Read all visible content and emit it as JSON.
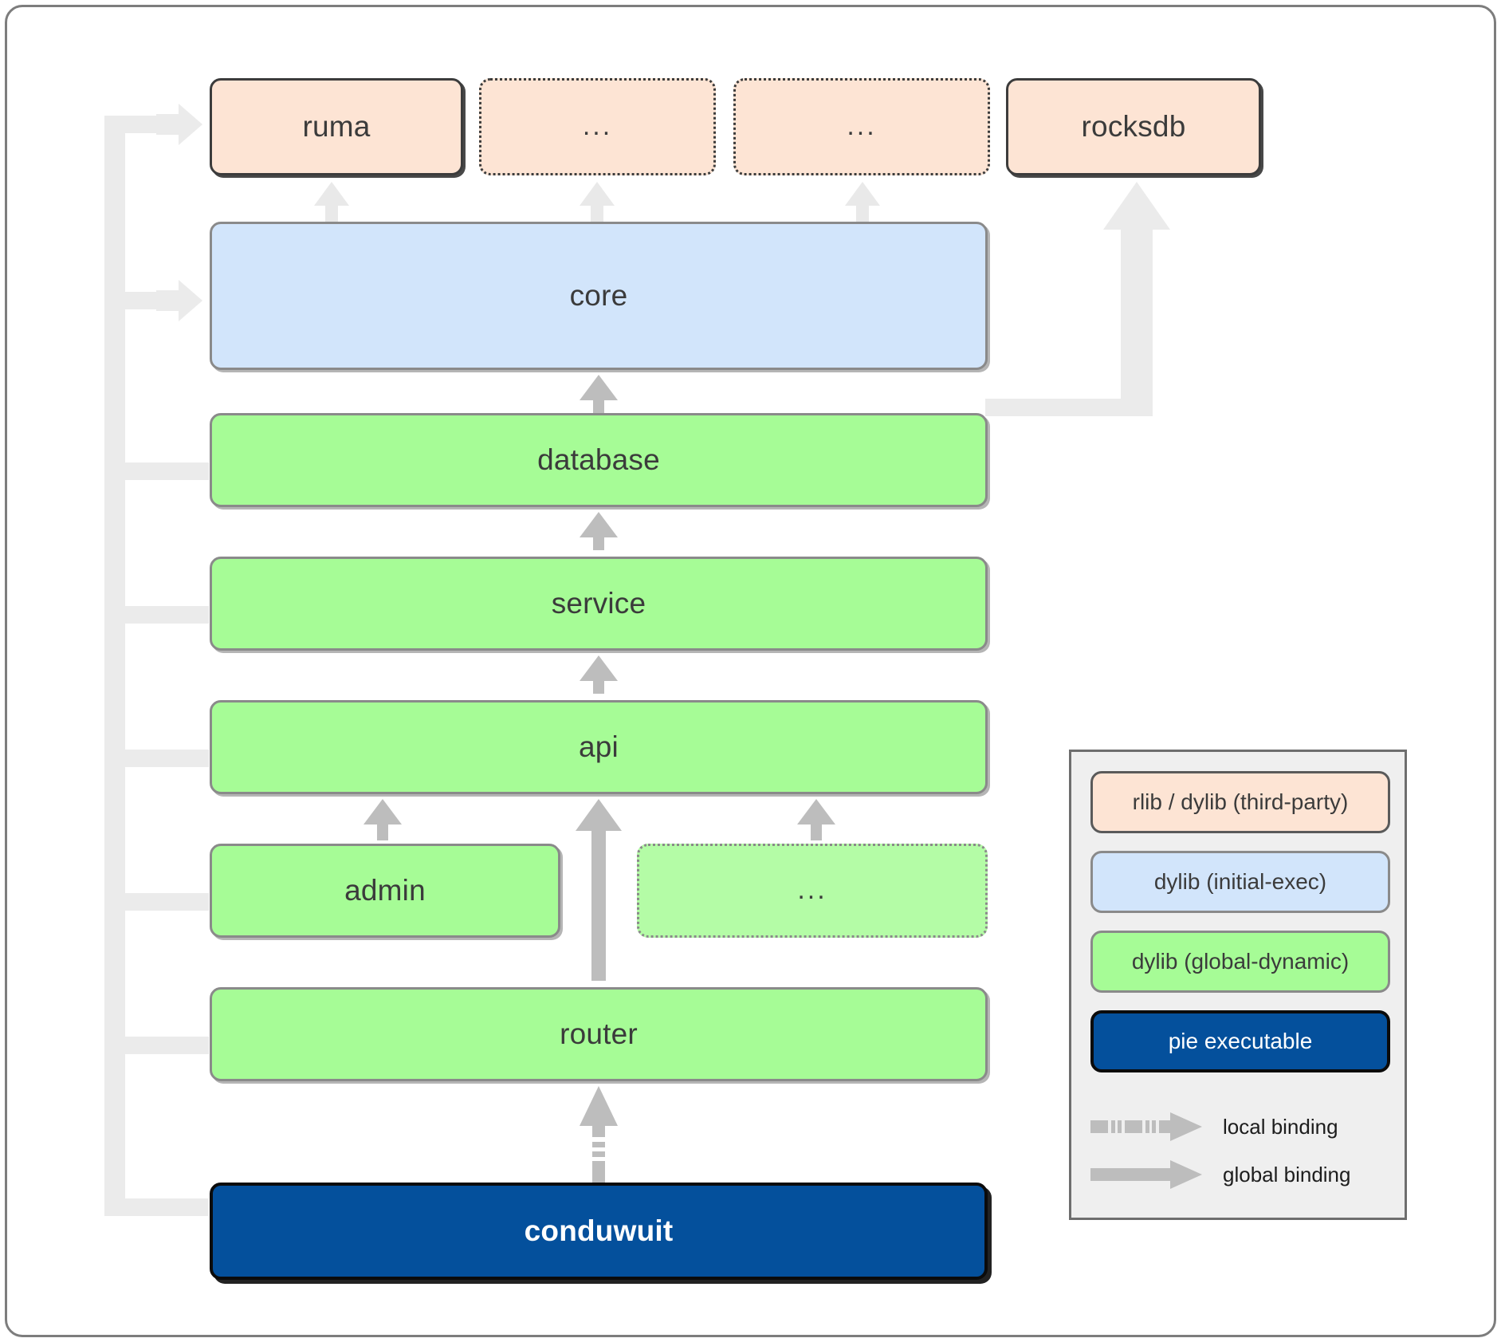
{
  "diagram": {
    "title": "conduwuit crate dependency / linkage diagram",
    "nodes": {
      "ruma": {
        "label": "ruma",
        "kind": "rlib-dylib-third-party",
        "style": "solid",
        "color": "#fde4d4"
      },
      "third1": {
        "label": "...",
        "kind": "rlib-dylib-third-party",
        "style": "dotted",
        "color": "#fde4d4"
      },
      "third2": {
        "label": "...",
        "kind": "rlib-dylib-third-party",
        "style": "dotted",
        "color": "#fde4d4"
      },
      "rocksdb": {
        "label": "rocksdb",
        "kind": "rlib-dylib-third-party",
        "style": "solid",
        "color": "#fde4d4"
      },
      "core": {
        "label": "core",
        "kind": "dylib-initial-exec",
        "style": "solid",
        "color": "#d2e5fb"
      },
      "database": {
        "label": "database",
        "kind": "dylib-global-dynamic",
        "style": "solid",
        "color": "#a6fc96"
      },
      "service": {
        "label": "service",
        "kind": "dylib-global-dynamic",
        "style": "solid",
        "color": "#a6fc96"
      },
      "api": {
        "label": "api",
        "kind": "dylib-global-dynamic",
        "style": "solid",
        "color": "#a6fc96"
      },
      "admin": {
        "label": "admin",
        "kind": "dylib-global-dynamic",
        "style": "solid",
        "color": "#a6fc96"
      },
      "moreplug": {
        "label": "...",
        "kind": "dylib-global-dynamic",
        "style": "dotted",
        "color": "#b4fca6"
      },
      "router": {
        "label": "router",
        "kind": "dylib-global-dynamic",
        "style": "solid",
        "color": "#a6fc96"
      },
      "conduwuit": {
        "label": "conduwuit",
        "kind": "pie-executable",
        "style": "solid",
        "color": "#04509c"
      }
    },
    "edges": [
      {
        "from": "core",
        "to": "ruma",
        "binding": "global"
      },
      {
        "from": "core",
        "to": "third1",
        "binding": "global"
      },
      {
        "from": "core",
        "to": "third2",
        "binding": "global"
      },
      {
        "from": "database",
        "to": "rocksdb",
        "binding": "global"
      },
      {
        "from": "database",
        "to": "core",
        "binding": "global"
      },
      {
        "from": "service",
        "to": "database",
        "binding": "global"
      },
      {
        "from": "api",
        "to": "service",
        "binding": "global"
      },
      {
        "from": "admin",
        "to": "api",
        "binding": "global"
      },
      {
        "from": "moreplug",
        "to": "api",
        "binding": "global"
      },
      {
        "from": "router",
        "to": "api",
        "binding": "global"
      },
      {
        "from": "conduwuit",
        "to": "router",
        "binding": "local"
      },
      {
        "from": "conduwuit",
        "to": "ruma",
        "binding": "local"
      },
      {
        "from": "conduwuit",
        "to": "core",
        "binding": "local"
      }
    ]
  },
  "legend": {
    "swatches": [
      {
        "label": "rlib / dylib (third-party)",
        "color": "#fde4d4",
        "text_color": "#3b3b3b"
      },
      {
        "label": "dylib (initial-exec)",
        "color": "#d2e5fb",
        "text_color": "#3b3b3b"
      },
      {
        "label": "dylib (global-dynamic)",
        "color": "#a6fc96",
        "text_color": "#3b3b3b"
      },
      {
        "label": "pie executable",
        "color": "#04509c",
        "text_color": "#ffffff"
      }
    ],
    "bindings": [
      {
        "label": "local binding",
        "style": "dashed"
      },
      {
        "label": "global binding",
        "style": "solid"
      }
    ]
  },
  "colors": {
    "peach": "#fde4d4",
    "blue": "#d2e5fb",
    "green": "#a6fc96",
    "green_light": "#b4fca6",
    "navy": "#04509c",
    "arrow_grey": "#bdbdbd",
    "rail_grey": "#ebebeb",
    "frame_border": "#7d7d7d",
    "legend_bg": "#efefef"
  }
}
